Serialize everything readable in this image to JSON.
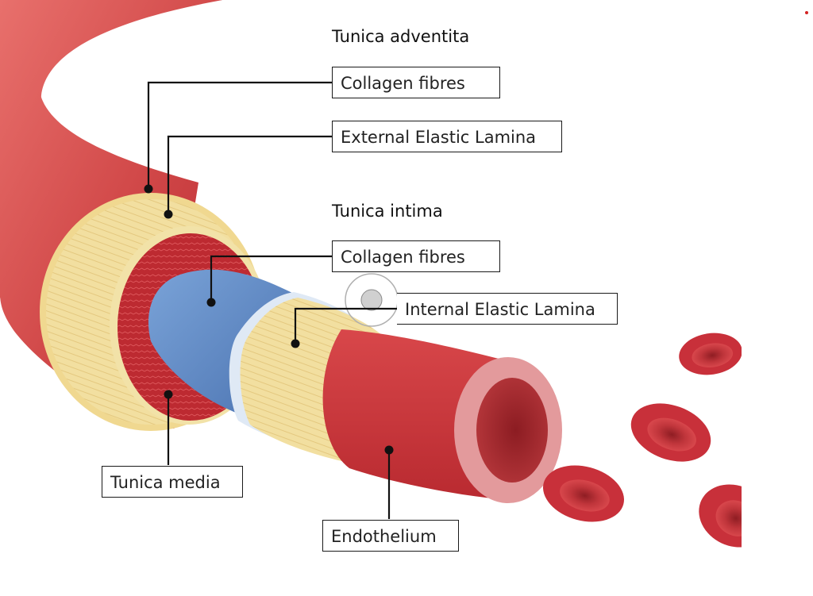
{
  "headings": {
    "tunica_adventita": "Tunica adventita",
    "tunica_intima": "Tunica intima"
  },
  "labels": {
    "adventita_collagen": "Collagen fibres",
    "external_elastic_lamina": "External Elastic Lamina",
    "intima_collagen": "Collagen fibres",
    "internal_elastic_lamina": "Internal Elastic Lamina",
    "tunica_media": "Tunica media",
    "endothelium": "Endothelium"
  },
  "colors": {
    "vessel_red": "#c8343b",
    "vessel_highlight": "#e8706c",
    "adventitia_yellow": "#f2dfa0",
    "media_red": "#b9262d",
    "intima_blue": "#5b86c4",
    "lumen_pink": "#e39a9c",
    "cell_red": "#c9272e",
    "leader_line": "#111111",
    "marker_dot": "#d32222"
  }
}
